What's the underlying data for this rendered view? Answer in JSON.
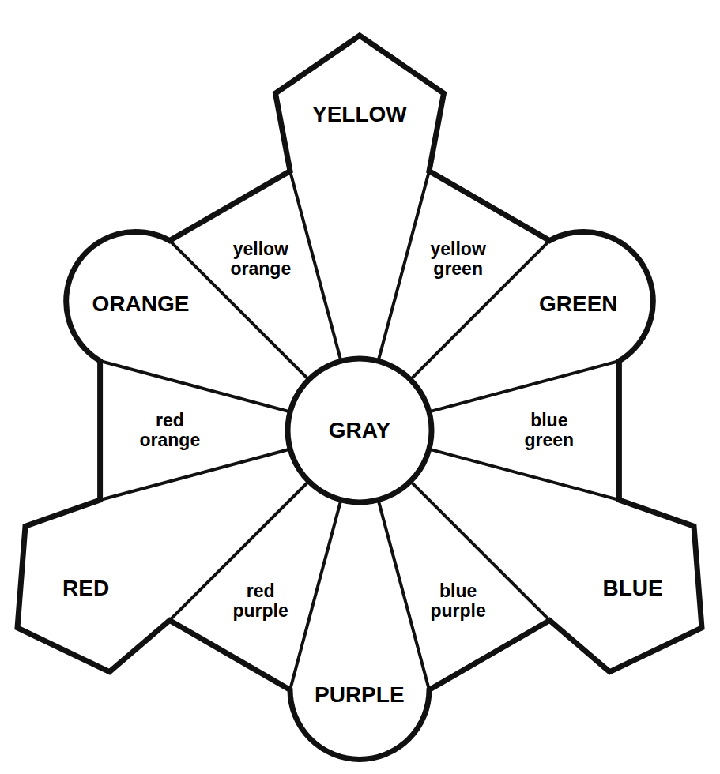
{
  "diagram": {
    "nodes": [
      {
        "text": [
          "YELLOW"
        ]
      },
      {
        "text": [
          "yellow orange"
        ]
      },
      {
        "text": [
          "yellow green"
        ]
      },
      {
        "text": [
          "ORANGE"
        ]
      },
      {
        "text": [
          "GREEN"
        ]
      },
      {
        "text": [
          "GRAY"
        ]
      },
      {
        "text": [
          "red orange"
        ]
      },
      {
        "text": [
          "blue green"
        ]
      },
      {
        "text": [
          "RED"
        ]
      },
      {
        "text": [
          "red purple"
        ]
      },
      {
        "text": [
          "blue purple"
        ]
      },
      {
        "text": [
          "BLUE"
        ]
      },
      {
        "text": [
          "PURPLE"
        ]
      }
    ]
  }
}
